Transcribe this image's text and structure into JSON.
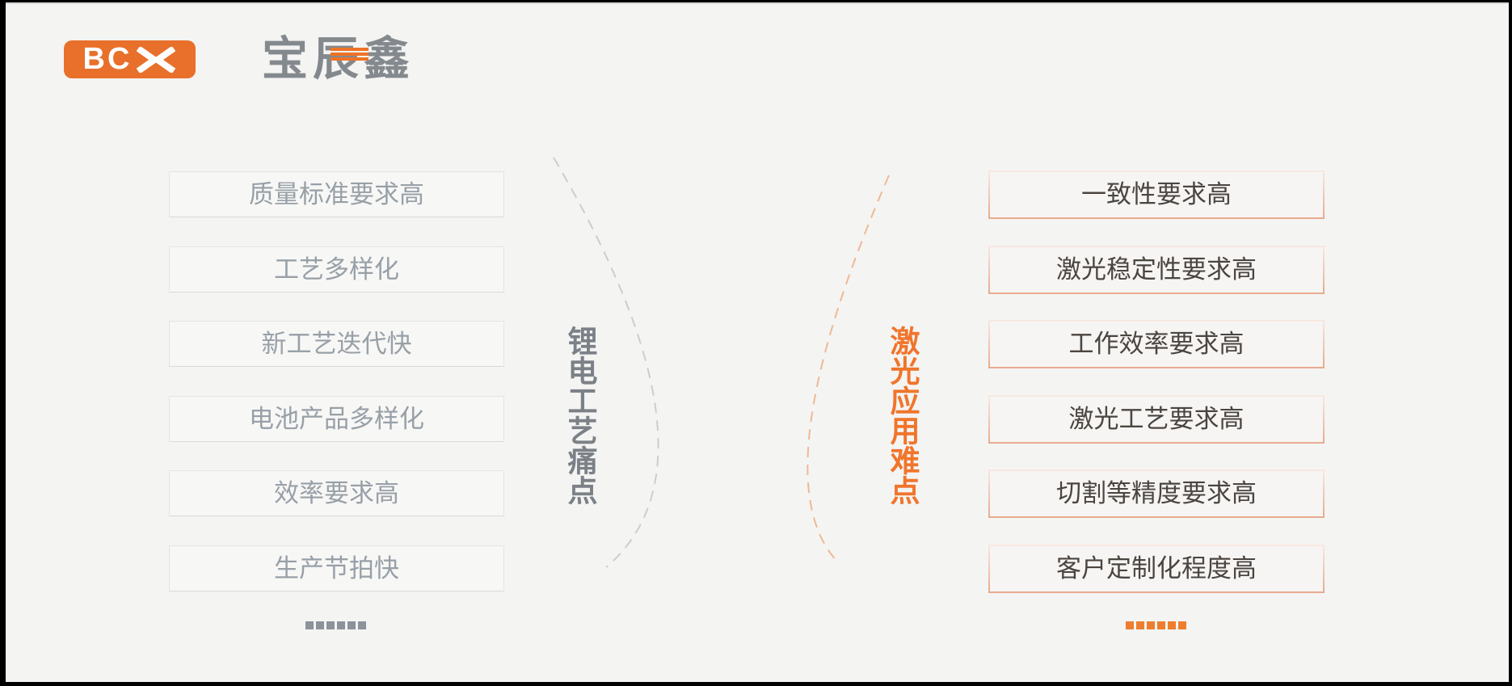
{
  "logo": {
    "badge_text": "BC",
    "company_name": "宝辰鑫",
    "brand_orange": "#e8702a"
  },
  "left_panel": {
    "title": "锂电工艺痛点",
    "items": [
      "质量标准要求高",
      "工艺多样化",
      "新工艺迭代快",
      "电池产品多样化",
      "效率要求高",
      "生产节拍快"
    ],
    "ellipsis": "......",
    "text_color": "#98a0a7",
    "title_color": "#7b8187"
  },
  "right_panel": {
    "title": "激光应用难点",
    "items": [
      "一致性要求高",
      "激光稳定性要求高",
      "工作效率要求高",
      "激光工艺要求高",
      "切割等精度要求高",
      "客户定制化程度高"
    ],
    "ellipsis": "......",
    "text_color": "#4b4540",
    "accent_color": "#f0752b",
    "border_color": "#e8ab8e"
  }
}
